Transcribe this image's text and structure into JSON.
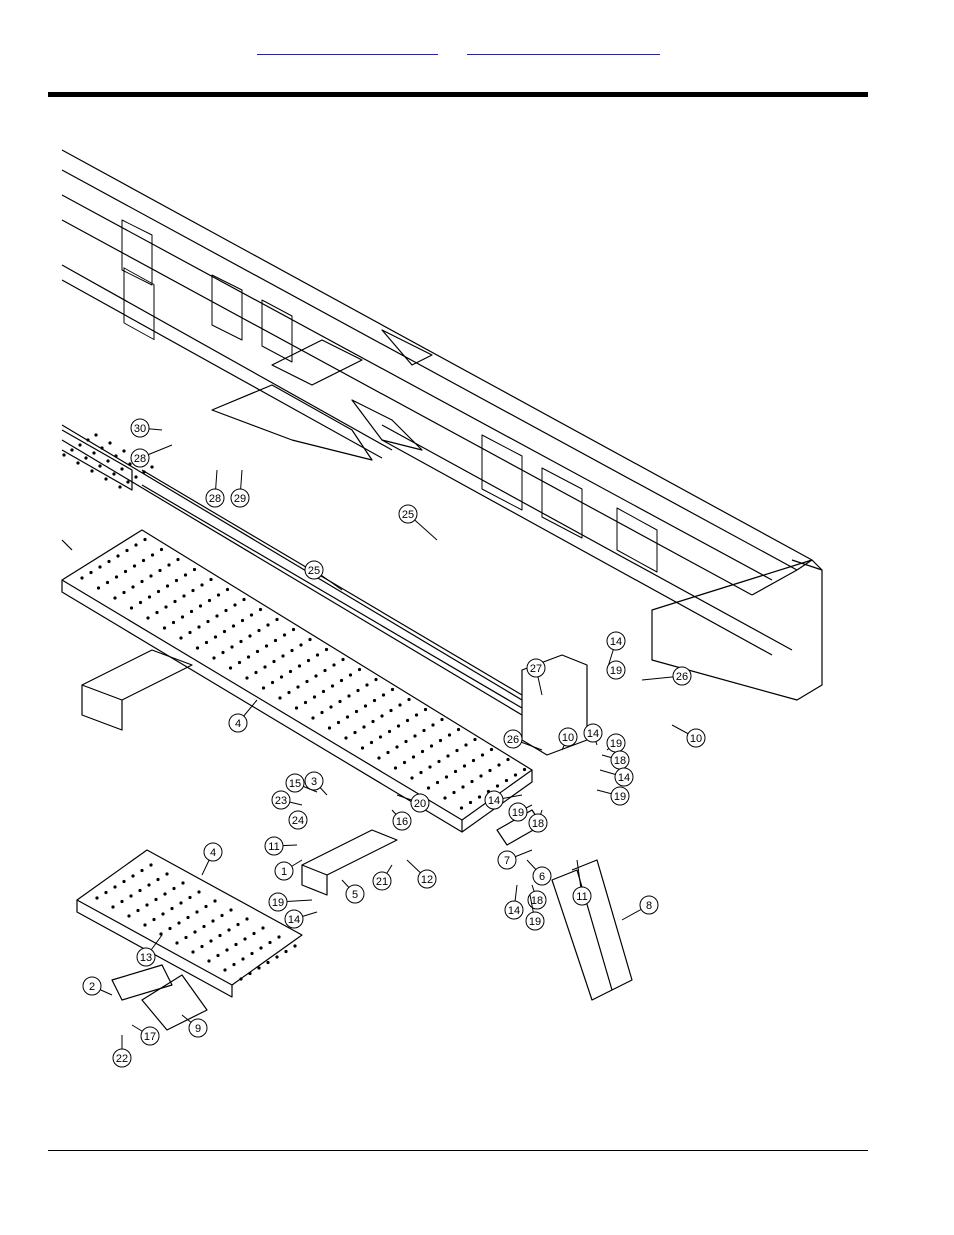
{
  "header": {
    "links": [
      "",
      ""
    ]
  },
  "figure": {
    "callouts": [
      {
        "id": "c30",
        "label": "30"
      },
      {
        "id": "c28a",
        "label": "28"
      },
      {
        "id": "c28b",
        "label": "28"
      },
      {
        "id": "c29",
        "label": "29"
      },
      {
        "id": "c25a",
        "label": "25"
      },
      {
        "id": "c25b",
        "label": "25"
      },
      {
        "id": "c14a",
        "label": "14"
      },
      {
        "id": "c19a",
        "label": "19"
      },
      {
        "id": "c26a",
        "label": "26"
      },
      {
        "id": "c27",
        "label": "27"
      },
      {
        "id": "c10a",
        "label": "10"
      },
      {
        "id": "c26b",
        "label": "26"
      },
      {
        "id": "c10b",
        "label": "10"
      },
      {
        "id": "c14b",
        "label": "14"
      },
      {
        "id": "c19b",
        "label": "19"
      },
      {
        "id": "c18a",
        "label": "18"
      },
      {
        "id": "c14c",
        "label": "14"
      },
      {
        "id": "c19c",
        "label": "19"
      },
      {
        "id": "c4a",
        "label": "4"
      },
      {
        "id": "c15",
        "label": "15"
      },
      {
        "id": "c3",
        "label": "3"
      },
      {
        "id": "c20",
        "label": "20"
      },
      {
        "id": "c16",
        "label": "16"
      },
      {
        "id": "c23",
        "label": "23"
      },
      {
        "id": "c24",
        "label": "24"
      },
      {
        "id": "c11a",
        "label": "11"
      },
      {
        "id": "c1",
        "label": "1"
      },
      {
        "id": "c14d",
        "label": "14"
      },
      {
        "id": "c19d",
        "label": "19"
      },
      {
        "id": "c18b",
        "label": "18"
      },
      {
        "id": "c7",
        "label": "7"
      },
      {
        "id": "c6",
        "label": "6"
      },
      {
        "id": "c11b",
        "label": "11"
      },
      {
        "id": "c21",
        "label": "21"
      },
      {
        "id": "c12",
        "label": "12"
      },
      {
        "id": "c5",
        "label": "5"
      },
      {
        "id": "c4b",
        "label": "4"
      },
      {
        "id": "c19e",
        "label": "19"
      },
      {
        "id": "c14e",
        "label": "14"
      },
      {
        "id": "c18c",
        "label": "18"
      },
      {
        "id": "c14f",
        "label": "14"
      },
      {
        "id": "c19f",
        "label": "19"
      },
      {
        "id": "c8",
        "label": "8"
      },
      {
        "id": "c13",
        "label": "13"
      },
      {
        "id": "c2",
        "label": "2"
      },
      {
        "id": "c17",
        "label": "17"
      },
      {
        "id": "c9",
        "label": "9"
      },
      {
        "id": "c22",
        "label": "22"
      }
    ]
  }
}
